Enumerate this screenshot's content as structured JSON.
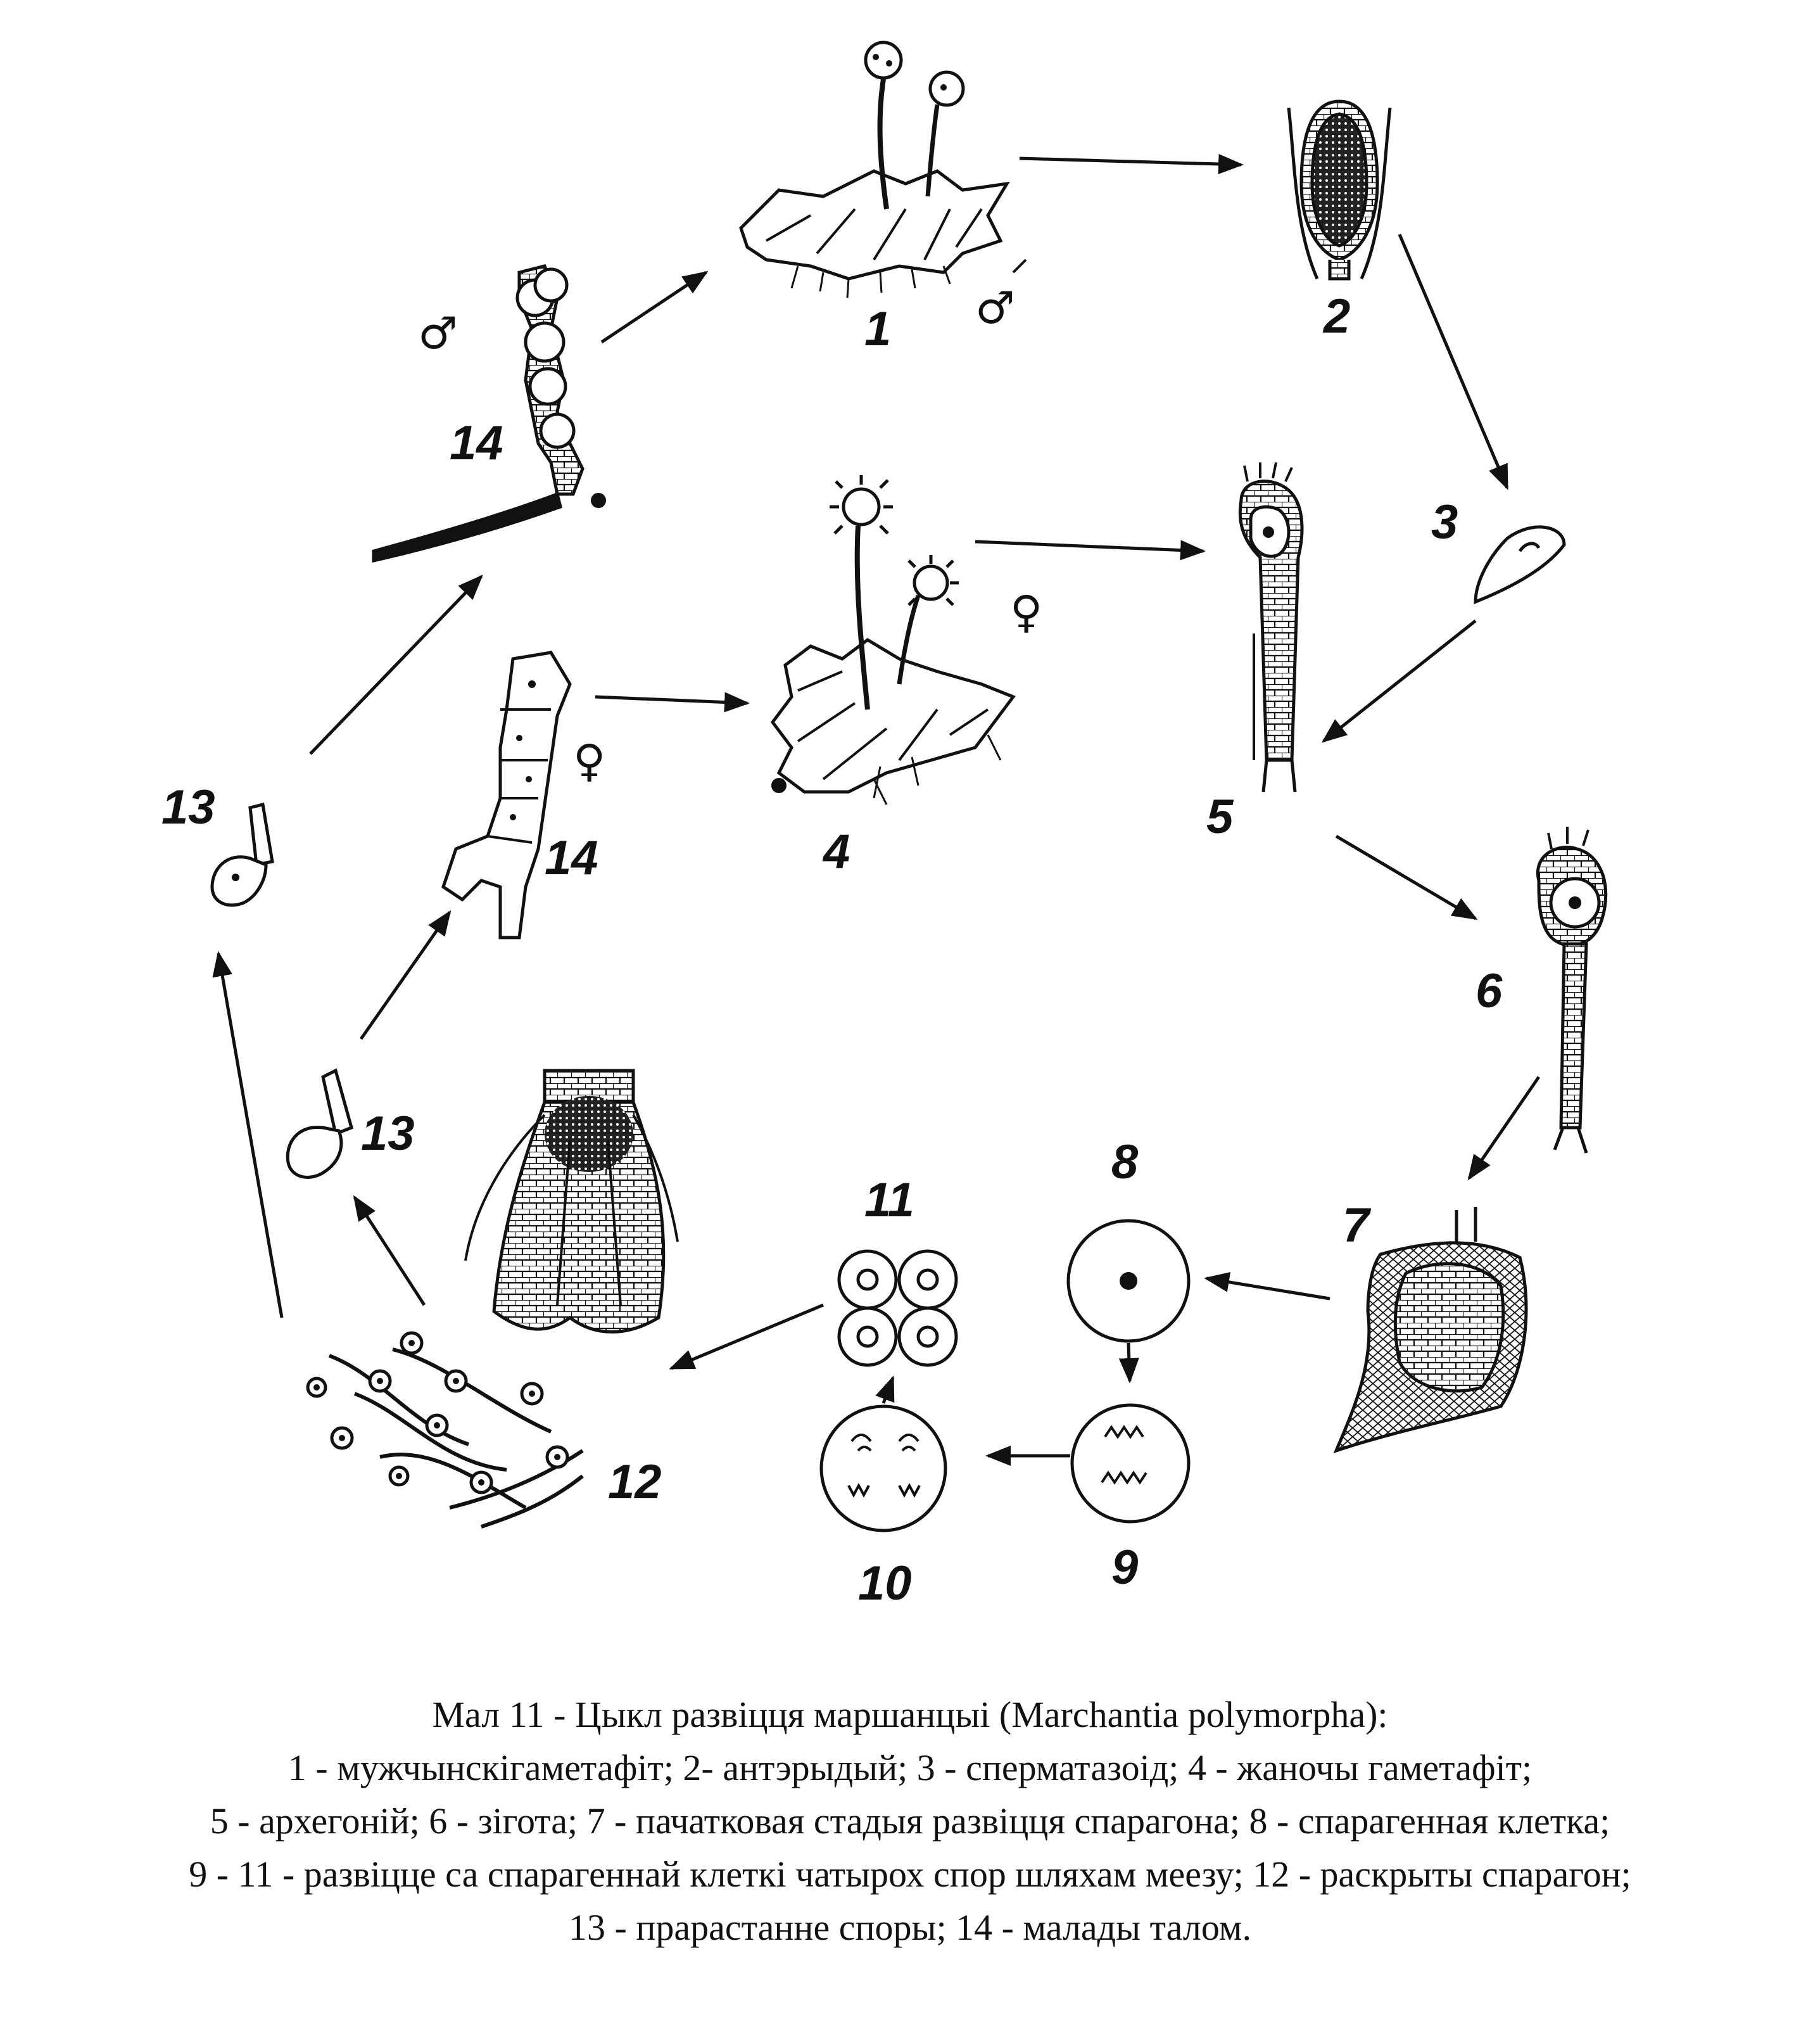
{
  "labels": {
    "n1": "1",
    "n2": "2",
    "n3": "3",
    "n4": "4",
    "n5": "5",
    "n6": "6",
    "n7": "7",
    "n8": "8",
    "n9": "9",
    "n10": "10",
    "n11": "11",
    "n12": "12",
    "n13a": "13",
    "n13b": "13",
    "n14a": "14",
    "n14b": "14"
  },
  "symbols": {
    "male_a": "♂",
    "male_b": "♂",
    "female_a": "♀",
    "female_b": "♀"
  },
  "caption": {
    "line1": "Мал 11 - Цыкл развіцця маршанцыі (Marchantia polymorpha):",
    "line2": "1 - мужчынскігаметафіт; 2- антэрыдый; 3 - сперматазоід; 4 - жаночы гаметафіт;",
    "line3": "5 - архегоній; 6 - зігота; 7 - пачатковая стадыя развіцця спарагона; 8 - спарагенная клетка;",
    "line4": "9 - 11 - развіцце са спарагеннай клеткі чатырох спор шляхам меезу; 12 - раскрыты спарагон;",
    "line5": "13 - прарастанне споры; 14 - малады талом."
  }
}
